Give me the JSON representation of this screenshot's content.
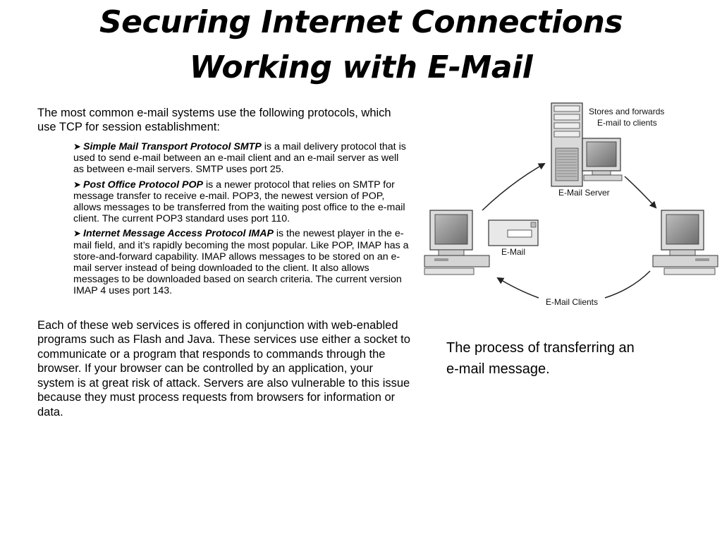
{
  "title": {
    "line1": "Securing Internet Connections",
    "line2": "Working with E-Mail"
  },
  "body": {
    "intro": "The most common e-mail systems use the following protocols, which use TCP for session establishment:",
    "bullets": [
      {
        "term": "Simple Mail Transport Protocol SMTP",
        "text": " is a mail delivery protocol that is used to send e-mail between an e-mail client and an e-mail server as well as between e-mail servers. SMTP uses port 25."
      },
      {
        "term": "Post Office Protocol POP",
        "text": " is a newer protocol that relies on SMTP for message transfer to receive e-mail. POP3, the newest version of POP, allows messages to be transferred from the waiting post office to the e-mail client. The current POP3 standard uses port 110."
      },
      {
        "term": "Internet Message Access Protocol IMAP",
        "text": " is the newest player in the e-mail field, and it’s rapidly becoming the most popular. Like POP, IMAP has a store-and-forward capability. IMAP allows messages to be stored on an e-mail server instead of being downloaded to the client. It also allows messages to be downloaded based on search criteria. The current version IMAP 4 uses port 143."
      }
    ],
    "closing": "Each of these web services is offered in conjunction with web-enabled programs such as Flash and Java. These services use either a socket to communicate or a program that responds to commands through the browser. If your browser can be controlled by an application, your system is at great risk of attack. Servers are also vulnerable to this issue because they must process requests from browsers for information or data."
  },
  "diagram": {
    "server_note_line1": "Stores and forwards",
    "server_note_line2": "E-mail to clients",
    "server_label": "E-Mail Server",
    "email_label": "E-Mail",
    "clients_label": "E-Mail Clients"
  },
  "caption": {
    "line1": "The process of transferring an",
    "line2": "e-mail message."
  },
  "icons": {
    "bullet": "arrowhead-bullet-icon",
    "server": "server-tower-icon",
    "client": "desktop-computer-icon",
    "envelope": "envelope-icon"
  }
}
